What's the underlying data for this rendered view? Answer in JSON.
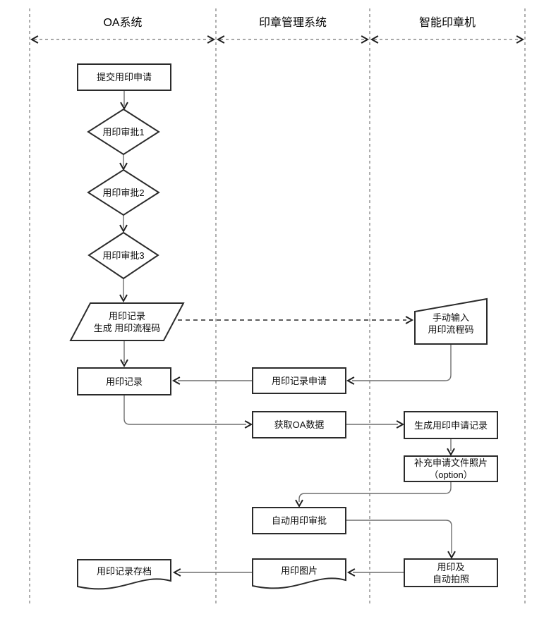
{
  "diagram": {
    "title_note": "seal usage approval flowchart",
    "lanes": [
      {
        "label": "OA系统"
      },
      {
        "label": "印章管理系统"
      },
      {
        "label": "智能印章机"
      }
    ],
    "nodes": {
      "submit": {
        "label": "提交用印申请",
        "shape": "rect"
      },
      "approve1": {
        "label": "用印审批1",
        "shape": "diamond"
      },
      "approve2": {
        "label": "用印审批2",
        "shape": "diamond"
      },
      "approve3": {
        "label": "用印审批3",
        "shape": "diamond"
      },
      "record_gen": {
        "label": "用印记录\n生成 用印流程码",
        "shape": "parallelogram"
      },
      "record": {
        "label": "用印记录",
        "shape": "rect"
      },
      "manual_input": {
        "label": "手动输入\n用印流程码",
        "shape": "manual-input"
      },
      "record_request": {
        "label": "用印记录申请",
        "shape": "rect"
      },
      "fetch_oa": {
        "label": "获取OA数据",
        "shape": "rect"
      },
      "gen_request": {
        "label": "生成用印申请记录",
        "shape": "rect"
      },
      "photo_option": {
        "label": "补充申请文件照片\n（option）",
        "shape": "rect"
      },
      "auto_approve": {
        "label": "自动用印审批",
        "shape": "rect"
      },
      "stamp_photo": {
        "label": "用印及\n自动拍照",
        "shape": "rect"
      },
      "stamp_image": {
        "label": "用印图片",
        "shape": "document"
      },
      "archive": {
        "label": "用印记录存档",
        "shape": "document"
      }
    },
    "colors": {
      "background": "#ffffff",
      "shape_border": "#2b2b2b",
      "connector": "#6f6f6f",
      "lane_line": "#9a9a9a",
      "text": "#0d0d0d"
    }
  }
}
